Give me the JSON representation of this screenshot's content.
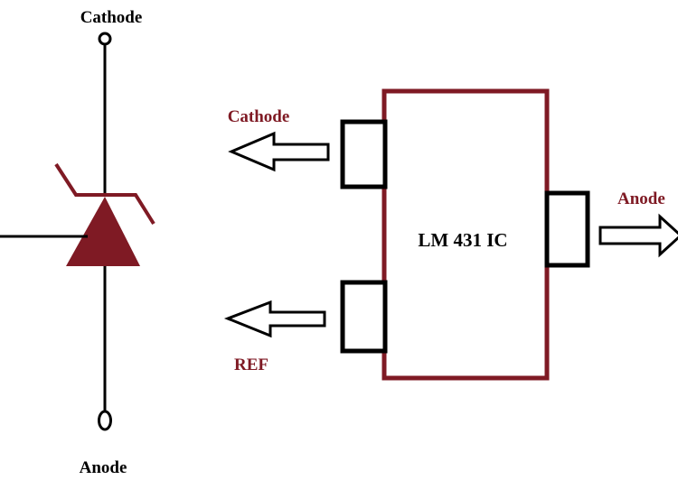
{
  "symbol": {
    "top_label": "Cathode",
    "bottom_label": "Anode"
  },
  "ic": {
    "name": "LM 431 IC",
    "pins": {
      "cathode": "Cathode",
      "ref": "REF",
      "anode": "Anode"
    }
  },
  "colors": {
    "accent": "#7f1a24",
    "line": "#000000",
    "background": "#ffffff"
  }
}
